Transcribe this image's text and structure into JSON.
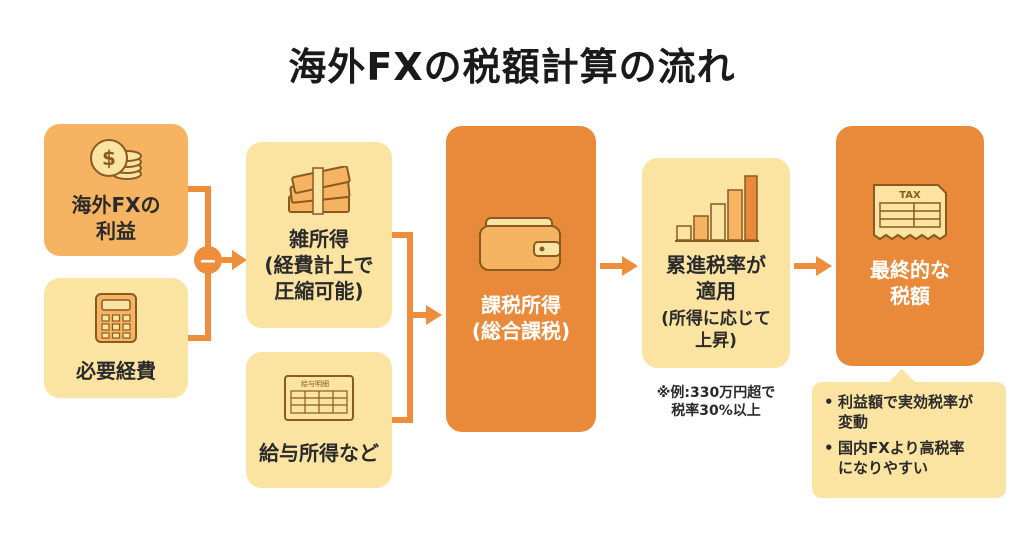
{
  "title": "海外FXの税額計算の流れ",
  "boxes": {
    "overseas_profit": "海外FXの\n利益",
    "necessary_expenses": "必要経費",
    "misc_income": "雑所得\n(経費計上で\n圧縮可能)",
    "salary_income": "給与所得など",
    "taxable_income": "課税所得\n(総合課税)",
    "progressive_rate": "累進税率が\n適用",
    "progressive_rate_sub": "(所得に応じて\n上昇)",
    "final_tax": "最終的な\n税額"
  },
  "operator": "−",
  "note_example": "※例:330万円超で\n税率30%以上",
  "receipt_icon_text": "TAX",
  "payslip_icon_text": "給与明細",
  "callout": {
    "bullets": [
      "利益額で実効税率が\n変動",
      "国内FXより高税率\nになりやすい"
    ]
  },
  "colors": {
    "light": "#fbe3a2",
    "mid": "#f6b463",
    "dark": "#e98a3a",
    "line": "#ee8d3c"
  }
}
